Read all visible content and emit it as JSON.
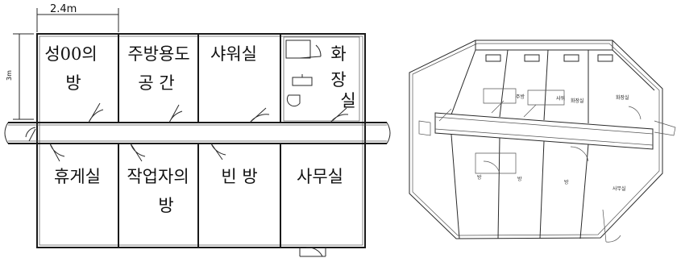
{
  "floor_plan": {
    "top_dimension": "2.4m",
    "side_dimension": "3m",
    "rooms_top": [
      {
        "lines": [
          "성00의",
          "방"
        ]
      },
      {
        "lines": [
          "주방용도",
          "공 간"
        ]
      },
      {
        "lines": [
          "샤워실"
        ]
      }
    ],
    "toilet_label": [
      "화",
      "장",
      "실"
    ],
    "rooms_bottom": [
      {
        "lines": [
          "휴게실"
        ]
      },
      {
        "lines": [
          "작업자의",
          "방"
        ]
      },
      {
        "lines": [
          "빈 방"
        ]
      },
      {
        "lines": [
          "사무실"
        ]
      }
    ]
  },
  "model_3d": {
    "top_labels": [
      "주방",
      "샤워",
      "화장실",
      "화장실"
    ],
    "bottom_labels": [
      "방",
      "방",
      "방",
      "사무실"
    ]
  },
  "colors": {
    "line": "#1a1a1a",
    "background": "#ffffff"
  }
}
